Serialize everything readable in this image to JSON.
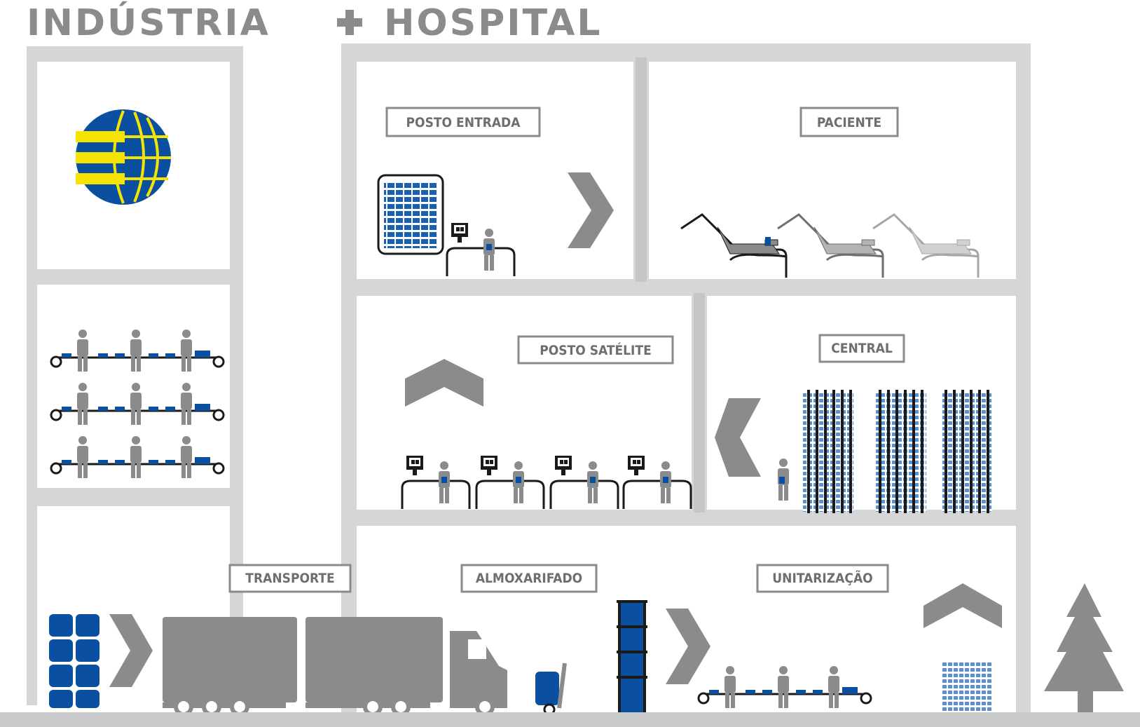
{
  "headings": {
    "industry": "INDÚSTRIA",
    "hospital": "HOSPITAL"
  },
  "labels": {
    "posto_entrada": "POSTO ENTRADA",
    "paciente": "PACIENTE",
    "posto_satelite": "POSTO SATÉLITE",
    "central": "CENTRAL",
    "transporte": "TRANSPORTE",
    "almoxarifado": "ALMOXARIFADO",
    "unitarizacao": "UNITARIZAÇÃO"
  },
  "icons": {
    "logo": "globe-logo-icon",
    "cross": "plus-cross-icon",
    "arrows": "chevron-icon",
    "people": "worker-icon",
    "truck": "truck-icon",
    "tree": "tree-icon"
  },
  "colors": {
    "frame": "#d5d6d8",
    "gray": "#8a8b8d",
    "blue": "#0b4fa0",
    "yellow": "#f4e400",
    "dark": "#1a1a1a"
  }
}
